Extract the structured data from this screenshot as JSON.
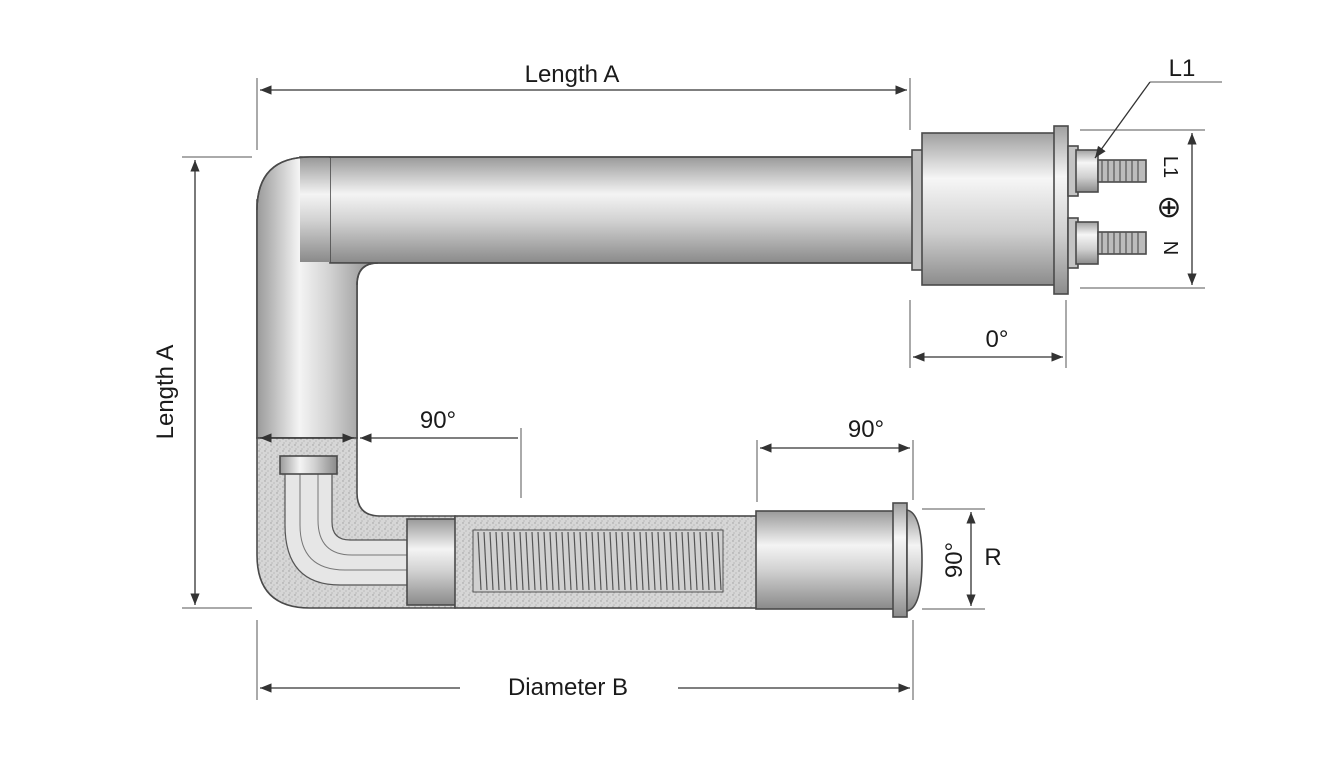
{
  "labels": {
    "top_length": "Length A",
    "left_length": "Length A",
    "bottom_diameter": "Diameter B",
    "terminal_l1": "L1",
    "terminal_l1_side": "L1",
    "terminal_n": "N",
    "ground_symbol": "⊕",
    "angle_terminal": "0°",
    "angle_inner_left": "90°",
    "angle_inner_right": "90°",
    "angle_tip": "90°",
    "radius": "R"
  },
  "colors": {
    "tube_mid": "#c8c8c8",
    "tube_highlight": "#f2f2f2",
    "tube_shadow": "#8f8f8f",
    "insulation": "#d9d9d9",
    "line": "#333333"
  }
}
